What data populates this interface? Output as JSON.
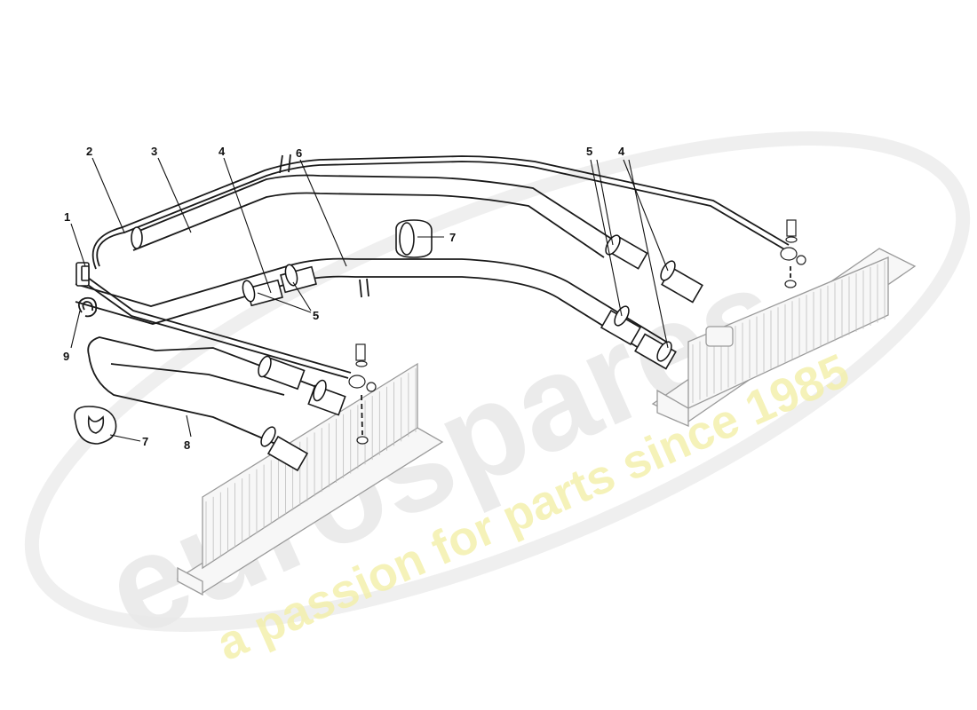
{
  "callouts": [
    {
      "id": "c1",
      "label": "1"
    },
    {
      "id": "c2",
      "label": "2"
    },
    {
      "id": "c3",
      "label": "3"
    },
    {
      "id": "c4a",
      "label": "4"
    },
    {
      "id": "c4b",
      "label": "4"
    },
    {
      "id": "c5a",
      "label": "5"
    },
    {
      "id": "c5b",
      "label": "5"
    },
    {
      "id": "c6",
      "label": "6"
    },
    {
      "id": "c7a",
      "label": "7"
    },
    {
      "id": "c7b",
      "label": "7"
    },
    {
      "id": "c8",
      "label": "8"
    },
    {
      "id": "c9",
      "label": "9"
    }
  ],
  "watermark": {
    "brand": "eurospares",
    "tagline": "a passion for parts since 1985",
    "brand_color": "#e6e6e6",
    "tagline_color": "#f3f0a8"
  }
}
